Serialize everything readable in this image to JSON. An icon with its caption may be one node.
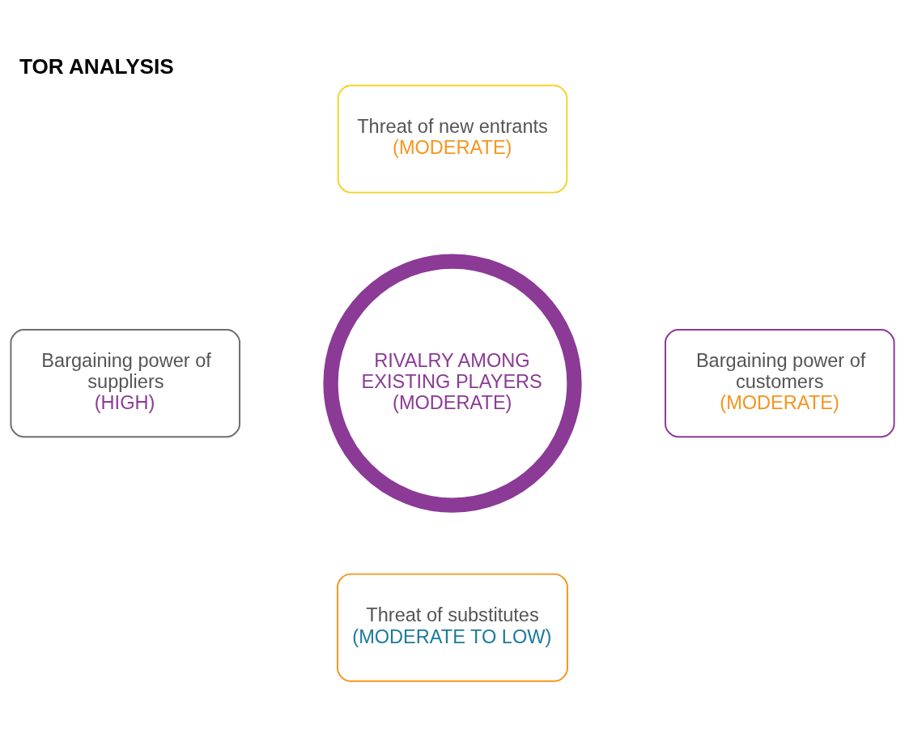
{
  "diagram": {
    "title": "TOR ANALYSIS",
    "nodes": [
      {
        "text": [
          "Threat of new entrants",
          "(MODERATE)"
        ]
      },
      {
        "text": [
          "Bargaining power of suppliers",
          "(HIGH)"
        ]
      },
      {
        "text": [
          "RIVALRY AMONG EXISTING PLAYERS",
          "(MODERATE)"
        ]
      },
      {
        "text": [
          "Bargaining power of customers",
          "(MODERATE)"
        ]
      },
      {
        "text": [
          "Threat of substitutes",
          "(MODERATE TO LOW)"
        ]
      }
    ],
    "edges": []
  }
}
